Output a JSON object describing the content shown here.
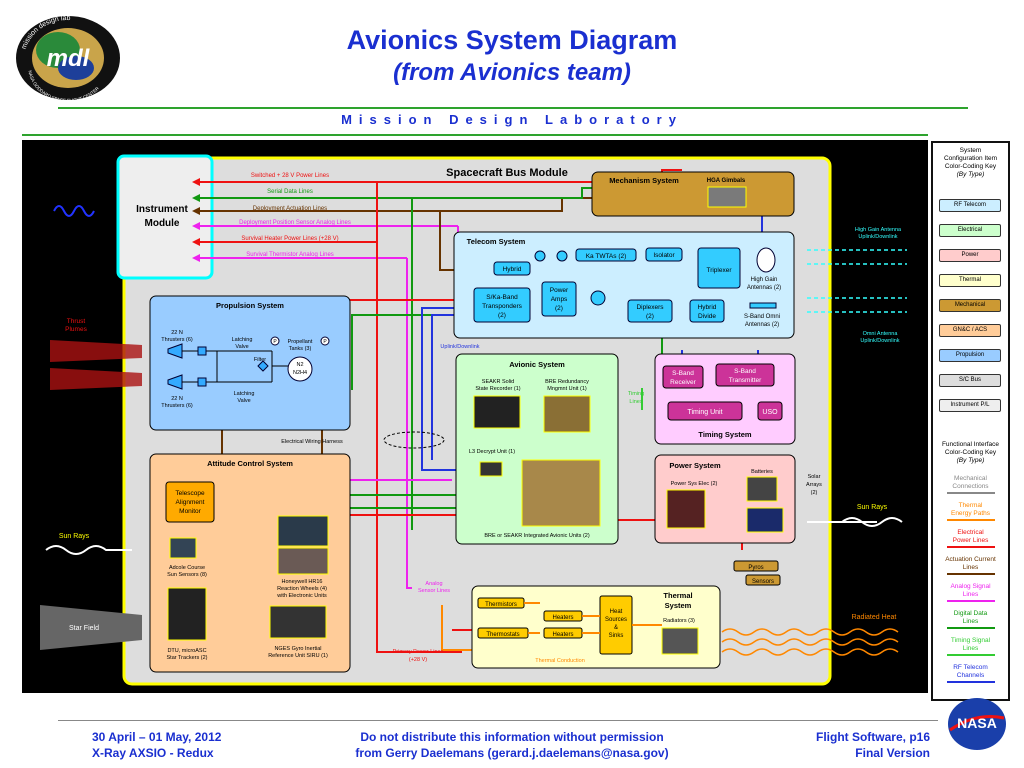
{
  "header": {
    "title": "Avionics System Diagram",
    "subtitle": "(from Avionics team)",
    "lab": "Mission Design Laboratory",
    "logo_text": "mdl",
    "logo_ring_top": "mission design lab",
    "logo_ring_bottom": "NASA GODDARD SPACE FLIGHT CENTER"
  },
  "diagram": {
    "bus_title": "Spacecraft Bus Module",
    "instrument": [
      "Instrument",
      "Module"
    ],
    "bus_lines": [
      "Switched + 28 V Power Lines",
      "Serial Data Lines",
      "Deployment Actuation Lines",
      "Deployment Position Sensor Analog Lines",
      "Survival Heater Power Lines (+28 V)",
      "Survival Thermistor Analog Lines"
    ],
    "mechanism": {
      "title": "Mechanism System",
      "gimbals": "HGA Gimbals"
    },
    "telecom": {
      "title": "Telecom System",
      "ka": "Ka  TWTAs (2)",
      "isolator": "Isolator",
      "hybrid": "Hybrid",
      "triplexer": "Triplexer",
      "transponders": [
        "S/Ka-Band",
        "Transponders",
        "(2)"
      ],
      "amps": [
        "Power",
        "Amps",
        "(2)"
      ],
      "diplexers": [
        "Diplexers",
        "(2)"
      ],
      "hybrid_divide": [
        "Hybrid",
        "Divide"
      ],
      "hga": [
        "High Gain",
        "Antennas (2)"
      ],
      "omni": [
        "S-Band Omni",
        "Antennas (2)"
      ]
    },
    "propulsion": {
      "title": "Propulsion System",
      "thrusters_top": [
        "22 N",
        "Thrusters (6)"
      ],
      "thrusters_bottom": [
        "22 N",
        "Thrusters (6)"
      ],
      "latch_top": [
        "Latching",
        "Valve"
      ],
      "latch_bottom": [
        "Latching",
        "Valve"
      ],
      "filter": "Filter",
      "tanks": [
        "Propellant",
        "Tanks (3)"
      ],
      "tank_n2": "N2",
      "tank_n2h4": "N2H4",
      "p": "P"
    },
    "avionic": {
      "title": "Avionic System",
      "seakr": [
        "SEAKR Solid",
        "State Recorder (1)"
      ],
      "bre": [
        "BRE Redundancy",
        "Mngmnt Unit (1)"
      ],
      "l3": "L3 Decrypt Unit (1)",
      "integrated": "BRE or SEAKR Integrated Avionic Units (2)"
    },
    "timing": {
      "title": "Timing System",
      "receiver": [
        "S-Band",
        "Receiver"
      ],
      "transmitter": [
        "S-Band",
        "Transmitter"
      ],
      "unit": "Timing Unit",
      "uso": "USO"
    },
    "power": {
      "title": "Power System",
      "batteries": "Batteries",
      "elec": "Power Sys Elec (2)",
      "pyros": "Pyros",
      "sensors": "Sensors"
    },
    "attitude": {
      "title": "Attitude Control System",
      "telescope": [
        "Telescope",
        "Alignment",
        "Monitor"
      ],
      "adcole": [
        "Adcole Course",
        "Sun Sensors (8)"
      ],
      "wheels": [
        "Honeywell HR16",
        "Reaction Wheels (4)",
        "with Electronic Units"
      ],
      "dtu": [
        "DTU, microASC",
        "Star Trackers (2)"
      ],
      "nges": [
        "NGES Gyro Inertial",
        "Reference Unit SIRU (1)"
      ]
    },
    "thermal": {
      "title": [
        "Thermal",
        "System"
      ],
      "thermistors": "Thermistors",
      "heaters1": "Heaters",
      "heaters2": "Heaters",
      "thermostats": "Thermostats",
      "sources": [
        "Heat",
        "Sources",
        "&",
        "Sinks"
      ],
      "radiators": "Radiators (3)",
      "conduction": "Thermal Conduction"
    },
    "labels": {
      "thrust": [
        "Thrust",
        "Plumes"
      ],
      "uplink": "Uplink/Downlink",
      "harness": "Electrical Wiring Harness",
      "timing_lines": [
        "Timing",
        "Lines"
      ],
      "hga_link": [
        "High Gain Antenna",
        "Uplink/Downlink"
      ],
      "omni_link": [
        "Omni Antenna",
        "Uplink/Downlink"
      ],
      "solar": [
        "Solar",
        "Arrays",
        "(2)"
      ],
      "sun_right": "Sun Rays",
      "sun_left": "Sun Rays",
      "star": "Star Field",
      "analog": [
        "Analog",
        "Sensor Lines"
      ],
      "primary": [
        "Primary Power Lines",
        "(+28 V)"
      ],
      "radiated": "Radiated Heat"
    }
  },
  "legend": {
    "system_title": [
      "System",
      "Configuration Item",
      "Color-Coding Key"
    ],
    "system_type": "(By Type)",
    "items": [
      {
        "label": "RF Telecom",
        "color": "#cceeff"
      },
      {
        "label": "Electrical",
        "color": "#ccffcc"
      },
      {
        "label": "Power",
        "color": "#ffcccc"
      },
      {
        "label": "Thermal",
        "color": "#ffffcc"
      },
      {
        "label": "Mechanical",
        "color": "#cc9933"
      },
      {
        "label": "GN&C / ACS",
        "color": "#ffcc99"
      },
      {
        "label": "Propulsion",
        "color": "#99ccff"
      },
      {
        "label": "S/C Bus",
        "color": "#dddddd"
      },
      {
        "label": "Instrument P/L",
        "color": "#eeeeee"
      }
    ],
    "func_title": [
      "Functional Interface",
      "Color-Coding Key"
    ],
    "func_type": "(By Type)",
    "func": [
      {
        "label": [
          "Mechanical",
          "Connections"
        ],
        "color": "#888888"
      },
      {
        "label": [
          "Thermal",
          "Energy Paths"
        ],
        "color": "#ff8800"
      },
      {
        "label": [
          "Electrical",
          "Power Lines"
        ],
        "color": "#ee1111"
      },
      {
        "label": [
          "Actuation Current",
          "Lines"
        ],
        "color": "#663300"
      },
      {
        "label": [
          "Analog Signal",
          "Lines"
        ],
        "color": "#ee22ee"
      },
      {
        "label": [
          "Digital Data",
          "Lines"
        ],
        "color": "#119911"
      },
      {
        "label": [
          "Timing Signal",
          "Lines"
        ],
        "color": "#33cc33"
      },
      {
        "label": [
          "RF Telecom",
          "Channels"
        ],
        "color": "#2233dd"
      }
    ]
  },
  "footer": {
    "date": "30 April – 01 May, 2012",
    "project": "X-Ray AXSIO - Redux",
    "notice1": "Do not distribute this information without permission",
    "notice2": "from Gerry Daelemans (gerard.j.daelemans@nasa.gov)",
    "page": "Flight Software, p16",
    "version": "Final Version",
    "nasa": "NASA"
  }
}
